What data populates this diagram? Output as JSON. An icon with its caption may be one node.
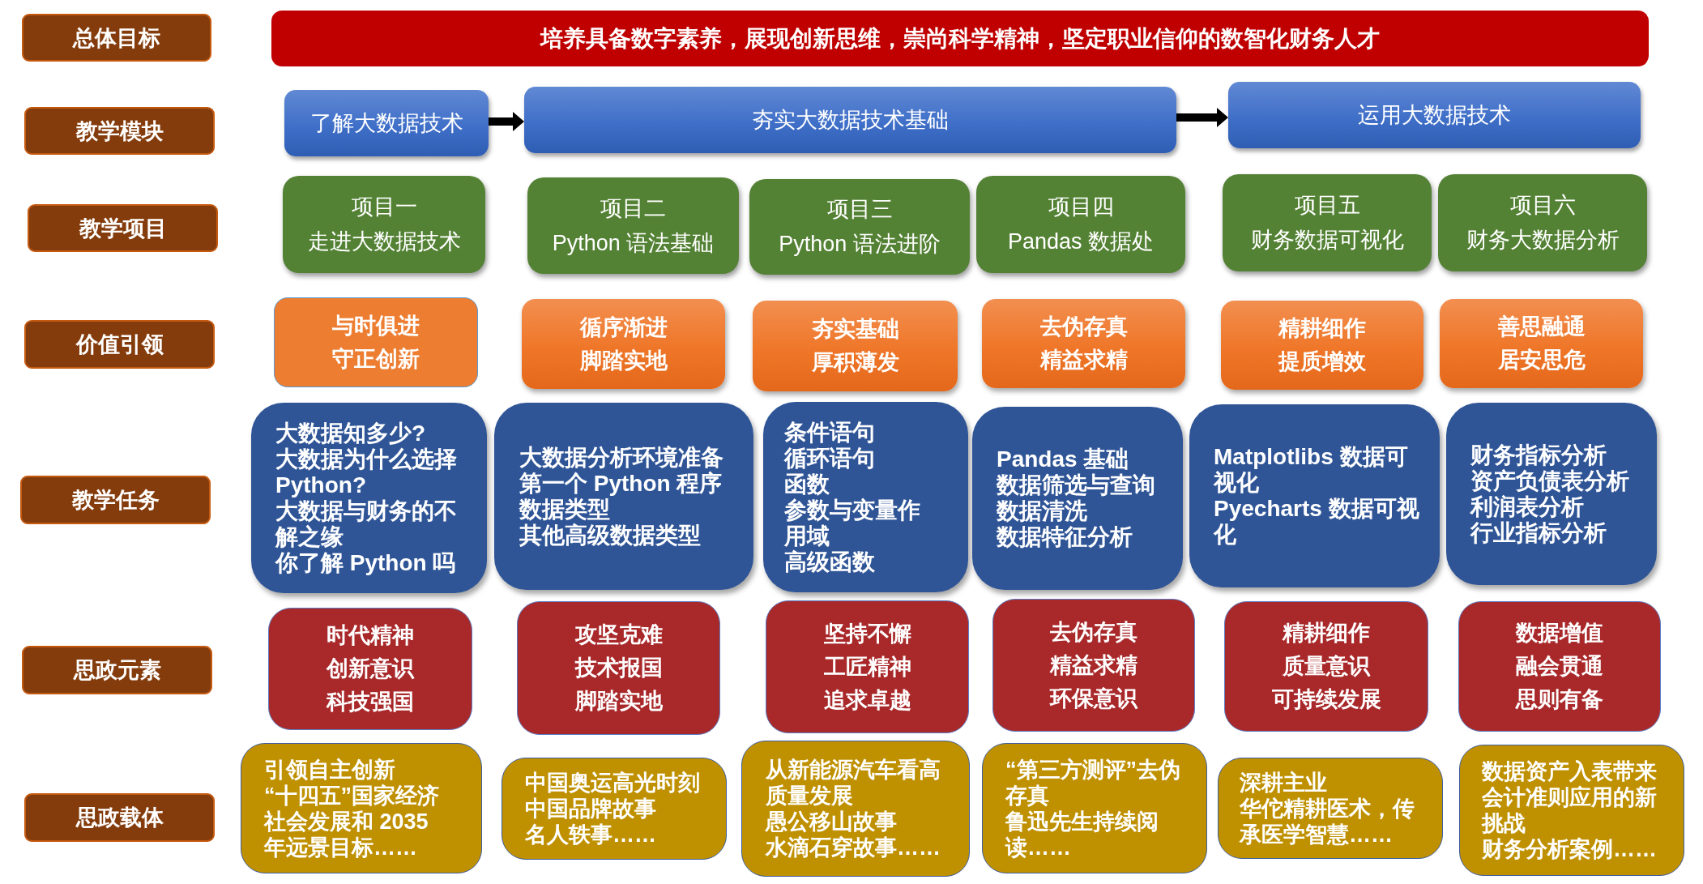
{
  "diagram": {
    "nodes": [
      {
        "text": [
          "总体目标"
        ]
      },
      {
        "text": [
          "培养具备数字素养，展现创新思维，崇尚科学精神，坚定职业信仰的数智化财务人才"
        ]
      },
      {
        "text": [
          "教学模块"
        ]
      },
      {
        "text": [
          "了解大数据技术"
        ]
      },
      {
        "text": [
          "夯实大数据技术基础"
        ]
      },
      {
        "text": [
          "运用大数据技术"
        ]
      },
      {
        "text": [
          "教学项目"
        ]
      },
      {
        "text": [
          "项目一",
          "走进大数据技术"
        ]
      },
      {
        "text": [
          "项目二",
          "Python 语法基础"
        ]
      },
      {
        "text": [
          "项目三",
          "Python 语法进阶"
        ]
      },
      {
        "text": [
          "项目四",
          "Pandas 数据处"
        ]
      },
      {
        "text": [
          "项目五",
          "财务数据可视化"
        ]
      },
      {
        "text": [
          "项目六",
          "财务大数据分析"
        ]
      },
      {
        "text": [
          "价值引领"
        ]
      },
      {
        "text": [
          "与时俱进",
          "守正创新"
        ]
      },
      {
        "text": [
          "循序渐进",
          "脚踏实地"
        ]
      },
      {
        "text": [
          "夯实基础",
          "厚积薄发"
        ]
      },
      {
        "text": [
          "去伪存真",
          "精益求精"
        ]
      },
      {
        "text": [
          "精耕细作",
          "提质增效"
        ]
      },
      {
        "text": [
          "善思融通",
          "居安思危"
        ]
      },
      {
        "text": [
          "教学任务"
        ]
      },
      {
        "text": [
          "大数据知多少?",
          "大数据为什么选择 Python?",
          "大数据与财务的不解之缘",
          "你了解 Python 吗"
        ]
      },
      {
        "text": [
          "大数据分析环境准备",
          "第一个 Python 程序",
          "数据类型",
          "其他高级数据类型"
        ]
      },
      {
        "text": [
          "条件语句",
          "循环语句",
          "函数",
          "参数与变量作用域",
          "高级函数"
        ]
      },
      {
        "text": [
          "Pandas 基础",
          "数据筛选与查询",
          "数据清洗",
          "数据特征分析"
        ]
      },
      {
        "text": [
          "Matplotlibs 数据可视化",
          "Pyecharts 数据可视化"
        ]
      },
      {
        "text": [
          "财务指标分析",
          "资产负债表分析",
          "利润表分析",
          "行业指标分析"
        ]
      },
      {
        "text": [
          "思政元素"
        ]
      },
      {
        "text": [
          "时代精神",
          "创新意识",
          "科技强国"
        ]
      },
      {
        "text": [
          "攻坚克难",
          "技术报国",
          "脚踏实地"
        ]
      },
      {
        "text": [
          "坚持不懈",
          "工匠精神",
          "追求卓越"
        ]
      },
      {
        "text": [
          "去伪存真",
          "精益求精",
          "环保意识"
        ]
      },
      {
        "text": [
          "精耕细作",
          "质量意识",
          "可持续发展"
        ]
      },
      {
        "text": [
          "数据增值",
          "融会贯通",
          "思则有备"
        ]
      },
      {
        "text": [
          "思政载体"
        ]
      },
      {
        "text": [
          "引领自主创新",
          "“十四五”国家经济社会发展和 2035 年远景目标……"
        ]
      },
      {
        "text": [
          "中国奥运高光时刻",
          "中国品牌故事",
          "名人轶事……"
        ]
      },
      {
        "text": [
          "从新能源汽车看高质量发展",
          "愚公移山故事",
          "水滴石穿故事……"
        ]
      },
      {
        "text": [
          "“第三方测评”去伪存真",
          "鲁迅先生持续阅读……"
        ]
      },
      {
        "text": [
          "深耕主业",
          "华佗精耕医术，传承医学智慧……"
        ]
      },
      {
        "text": [
          "数据资产入表带来会计准则应用的新挑战",
          "财务分析案例……"
        ]
      }
    ],
    "edges": [
      {
        "from": 3,
        "to": 4,
        "arrow": "to"
      },
      {
        "from": 4,
        "to": 5,
        "arrow": "to"
      }
    ]
  }
}
